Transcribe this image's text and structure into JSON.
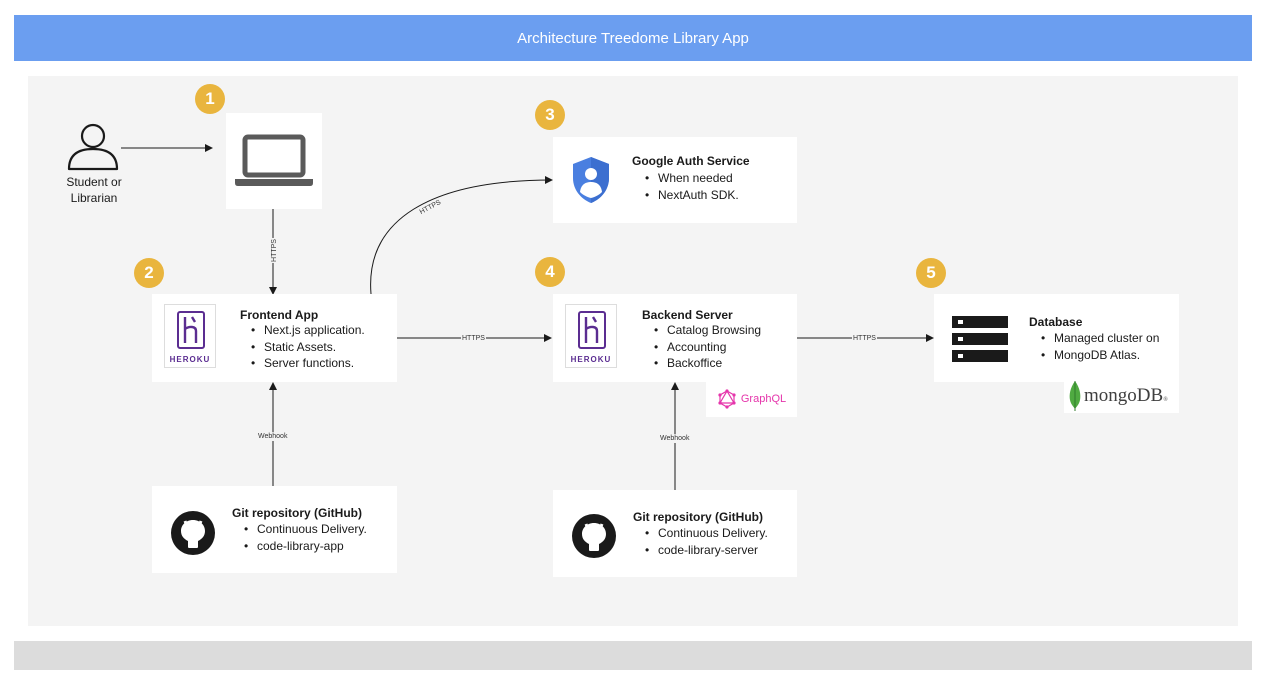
{
  "header": {
    "title": "Architecture Treedome Library App"
  },
  "user": {
    "caption_line1": "Student or",
    "caption_line2": "Librarian"
  },
  "badges": [
    "1",
    "2",
    "3",
    "4",
    "5"
  ],
  "google_auth": {
    "title": "Google Auth Service",
    "bullets": [
      "When needed",
      "NextAuth SDK."
    ]
  },
  "frontend": {
    "title": "Frontend App",
    "logo_text": "HEROKU",
    "bullets": [
      "Next.js application.",
      "Static Assets.",
      "Server functions."
    ]
  },
  "backend": {
    "title": "Backend Server",
    "logo_text": "HEROKU",
    "bullets": [
      "Catalog Browsing",
      "Accounting",
      "Backoffice"
    ],
    "graphql_label": "GraphQL"
  },
  "database": {
    "title": "Database",
    "bullets": [
      "Managed cluster on",
      "MongoDB Atlas."
    ],
    "mongo_label": "mongoDB",
    "mongo_mark": "®"
  },
  "git_frontend": {
    "title": "Git repository (GitHub)",
    "bullets": [
      "Continuous Delivery.",
      "code-library-app"
    ]
  },
  "git_backend": {
    "title": "Git repository (GitHub)",
    "bullets": [
      "Continuous Delivery.",
      "code-library-server"
    ]
  },
  "edges": {
    "laptop_to_frontend": "HTTPS",
    "frontend_to_auth": "HTTPS",
    "frontend_to_backend": "HTTPS",
    "backend_to_db": "HTTPS",
    "git_to_frontend": "Webhook",
    "git_to_backend": "Webhook"
  },
  "colors": {
    "header": "#6b9ef0",
    "badge": "#e9b53e",
    "heroku": "#5b2d91",
    "graphql": "#e535ab",
    "mongo_leaf": "#4faa41",
    "google_shield": "#4a7fe0"
  }
}
